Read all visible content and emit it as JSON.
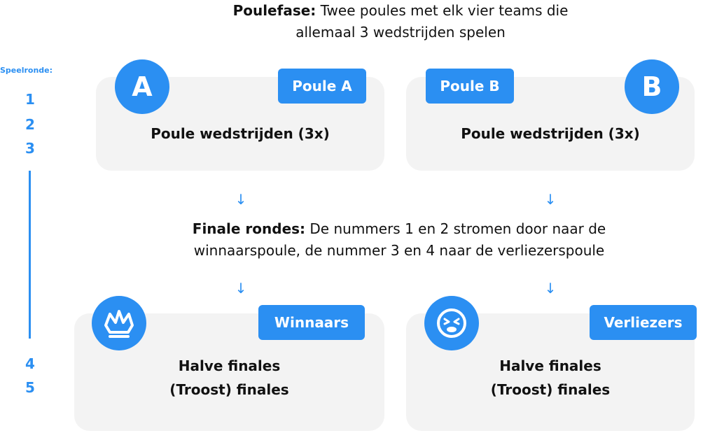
{
  "intro": {
    "bold_label": "Poulefase:",
    "line1_rest": " Twee poules met elk vier teams die",
    "line2": "allemaal 3 wedstrijden spelen"
  },
  "rounds": {
    "title": "Speelronde:",
    "numbers": [
      "1",
      "2",
      "3",
      "4",
      "5"
    ]
  },
  "poule_a": {
    "letter": "A",
    "badge": "Poule A",
    "text": "Poule wedstrijden (3x)"
  },
  "poule_b": {
    "letter": "B",
    "badge": "Poule B",
    "text": "Poule wedstrijden (3x)"
  },
  "arrows": {
    "glyph": "↓"
  },
  "finale": {
    "bold_label": "Finale rondes:",
    "line1_rest": " De nummers 1 en 2 stromen door naar de",
    "line2": "winnaarspoule, de nummer 3 en 4 naar de verliezerspoule"
  },
  "winnaars": {
    "badge": "Winnaars",
    "line1": "Halve finales",
    "line2": "(Troost) finales",
    "icon": "crown-icon"
  },
  "verliezers": {
    "badge": "Verliezers",
    "line1": "Halve finales",
    "line2": "(Troost) finales",
    "icon": "sad-face-icon"
  },
  "colors": {
    "accent": "#2b8ff2",
    "card": "#f3f3f3"
  }
}
